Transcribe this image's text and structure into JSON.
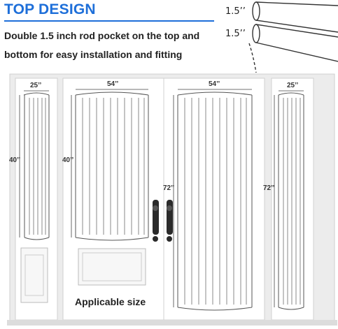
{
  "header": {
    "title": "TOP DESIGN",
    "description": "Double 1.5 inch rod pocket on the top and bottom for easy installation and fitting"
  },
  "rod_pocket": {
    "top_label": "1.5’’",
    "bottom_label": "1.5’’"
  },
  "panels": {
    "left_sidelight": {
      "width": "25’’",
      "height": "40’’"
    },
    "left_door": {
      "width": "54’’",
      "height": "40’’"
    },
    "right_door": {
      "width": "54’’",
      "height": "72’’"
    },
    "right_sidelight": {
      "width": "25’’",
      "height": "72’’"
    }
  },
  "caption": "Applicable size",
  "colors": {
    "accent": "#1e6fd9",
    "frame": "#e6e6e6",
    "line": "#444444"
  }
}
